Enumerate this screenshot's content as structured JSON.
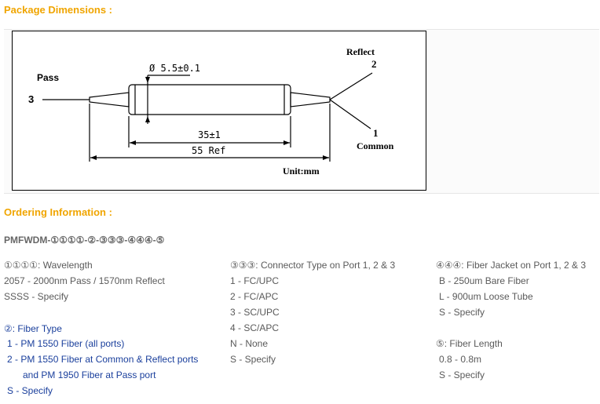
{
  "package": {
    "heading": "Package Dimensions :",
    "drawing": {
      "pass_label": "Pass",
      "pass_port": "3",
      "reflect_label": "Reflect",
      "reflect_port": "2",
      "common_port": "1",
      "common_label": "Common",
      "diameter": "Ø 5.5±0.1",
      "body_length": "35±1",
      "overall_length": "55 Ref",
      "unit": "Unit:mm"
    }
  },
  "ordering": {
    "heading": "Ordering Information :",
    "part_number": "PMFWDM-①①①①-②-③③③-④④④-⑤",
    "wavelength": {
      "title": "①①①①: Wavelength",
      "items": [
        "2057 - 2000nm Pass / 1570nm Reflect",
        "SSSS - Specify"
      ]
    },
    "fiber_type": {
      "title": "②: Fiber Type",
      "items": [
        "1 - PM 1550 Fiber (all ports)",
        "2 - PM 1550 Fiber at Common & Reflect ports",
        "and PM 1950 Fiber at Pass port",
        "S - Specify"
      ]
    },
    "connector": {
      "title": "③③③: Connector Type on Port 1, 2 & 3",
      "items": [
        "1 - FC/UPC",
        "2 - FC/APC",
        "3 - SC/UPC",
        "4 - SC/APC",
        "N - None",
        "S - Specify"
      ]
    },
    "jacket": {
      "title": "④④④: Fiber Jacket  on Port 1, 2 & 3",
      "items": [
        "B - 250um Bare Fiber",
        "L - 900um Loose Tube",
        "S - Specify"
      ]
    },
    "fiber_length": {
      "title": "⑤: Fiber Length",
      "items": [
        "0.8 - 0.8m",
        "S - Specify"
      ]
    }
  }
}
